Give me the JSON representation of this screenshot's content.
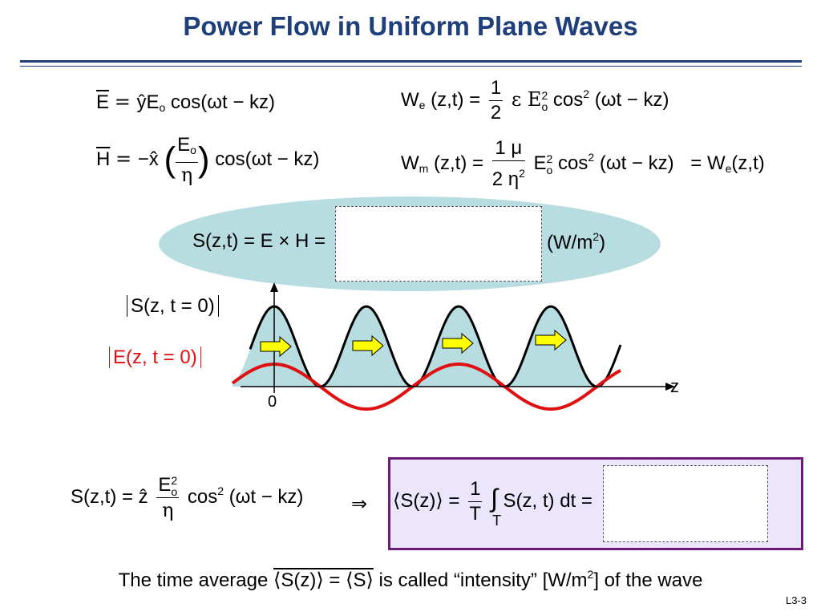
{
  "slide": {
    "title": "Power Flow in Uniform Plane Waves",
    "page_number": "L3-3"
  },
  "equations": {
    "e_field": {
      "lhs": "E",
      "rhs_a": "ŷE",
      "rhs_sub": "o",
      "rhs_b": " cos(ωt − kz)"
    },
    "h_field": {
      "lhs": "H",
      "rhs_a": "−x̂",
      "frac_num": "E",
      "frac_num_sub": "o",
      "frac_den": "η",
      "rhs_b": "cos(ωt − kz)"
    },
    "we": {
      "lhs": "W",
      "lhs_sub": "e",
      "args": "(z,t) =",
      "frac_num": "1",
      "frac_den": "2",
      "mid": "ε E",
      "mid_sup": "2",
      "mid_sub": "o",
      "cos": "cos",
      "cos_sup": "2",
      "tail": "(ωt − kz)"
    },
    "wm": {
      "lhs": "W",
      "lhs_sub": "m",
      "args": "(z,t) =",
      "frac_num": "1 μ",
      "frac_den": "2 η",
      "frac_den_sup": "2",
      "mid": "E",
      "mid_sup": "2",
      "mid_sub": "o",
      "cos": "cos",
      "cos_sup": "2",
      "tail": "(ωt − kz)",
      "eq_rhs": "= W",
      "eq_rhs_sub": "e",
      "eq_rhs_tail": "(z,t)"
    },
    "poynting": {
      "lhs": "S(z,t) = E × H =",
      "units": "(W/m",
      "units_sup": "2",
      "units_close": ")"
    },
    "s_expr": {
      "lhs": "S(z,t) = ẑ",
      "frac_num": "E",
      "frac_num_sub": "o",
      "frac_num_sup": "2",
      "frac_den": "η",
      "cos": "cos",
      "cos_sup": "2",
      "tail": "(ωt − kz)",
      "implies": "⇒"
    },
    "s_avg": {
      "lhs": "⟨S(z)⟩ =",
      "frac_num": "1",
      "frac_den": "T",
      "integral": "∫",
      "int_sub": "T",
      "integrand": "S(z, t) dt ="
    }
  },
  "plot": {
    "s_label": "S(z,  t = 0)",
    "e_label": "E(z,  t = 0)",
    "axis_z": "z",
    "axis_zero": "0",
    "colors": {
      "fill": "#b7dde1",
      "s_curve": "#000000",
      "e_curve": "#e01010",
      "arrow": "#ffff00"
    }
  },
  "footer": {
    "part1": "The time average ",
    "avg": "⟨S(z)⟩ = ⟨S⟩",
    "part2": " is called “intensity” [W/m",
    "sup": "2",
    "part3": "] of the wave"
  }
}
